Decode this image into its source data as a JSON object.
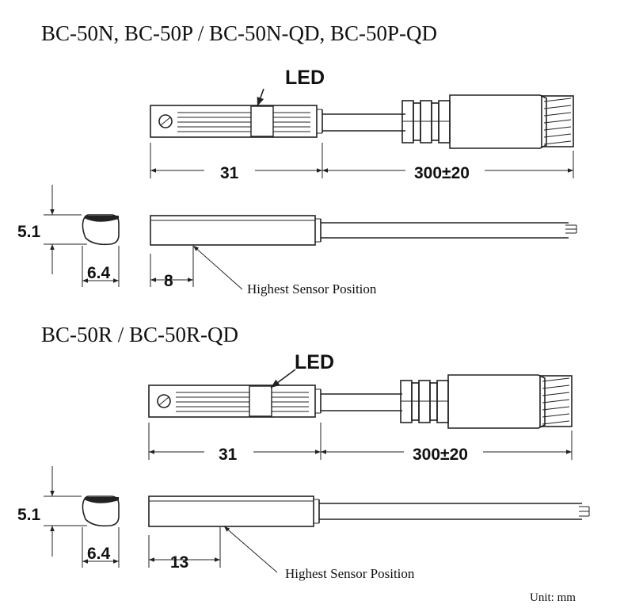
{
  "section1": {
    "title": "BC-50N, BC-50P / BC-50N-QD, BC-50P-QD",
    "led_label": "LED",
    "dim_body_length": "31",
    "dim_cable_length": "300±20",
    "dim_height": "5.1",
    "dim_width": "6.4",
    "dim_sensor_offset": "8",
    "sensor_label": "Highest Sensor Position"
  },
  "section2": {
    "title": "BC-50R / BC-50R-QD",
    "led_label": "LED",
    "dim_body_length": "31",
    "dim_cable_length": "300±20",
    "dim_height": "5.1",
    "dim_width": "6.4",
    "dim_sensor_offset": "13",
    "sensor_label": "Highest Sensor Position"
  },
  "footer": {
    "unit_label": "Unit: mm"
  }
}
